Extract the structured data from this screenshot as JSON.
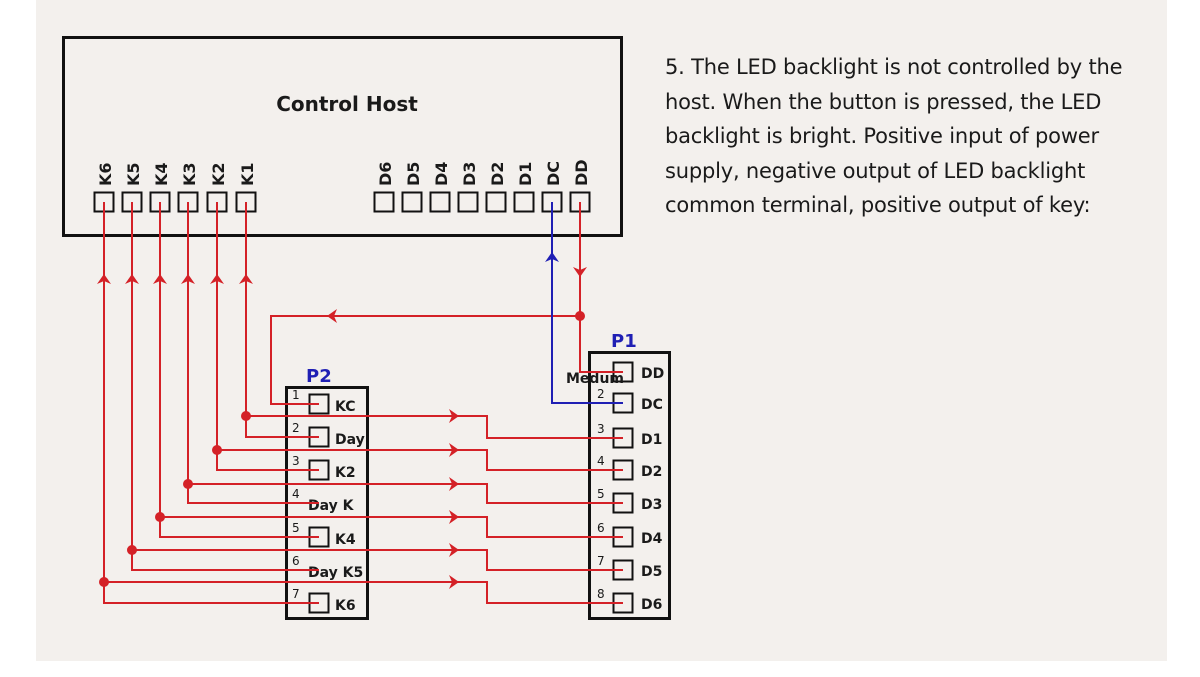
{
  "host": {
    "title": "Control Host",
    "k_pins": [
      "K6",
      "K5",
      "K4",
      "K3",
      "K2",
      "K1"
    ],
    "d_pins": [
      "D6",
      "D5",
      "D4",
      "D3",
      "D2",
      "D1",
      "DC",
      "DD"
    ]
  },
  "description": "5. The LED backlight is not controlled by the host. When the button is pressed, the LED backlight is bright. Positive input of power supply, negative output of LED backlight common terminal, positive output of key:",
  "p1": {
    "name": "P1",
    "pins": [
      {
        "num": "",
        "label": "DD",
        "overlay": "Medum",
        "box": true
      },
      {
        "num": "2",
        "label": "DC",
        "box": true
      },
      {
        "num": "3",
        "label": "D1",
        "box": true
      },
      {
        "num": "4",
        "label": "D2",
        "box": true
      },
      {
        "num": "5",
        "label": "D3",
        "box": true
      },
      {
        "num": "6",
        "label": "D4",
        "box": true
      },
      {
        "num": "7",
        "label": "D5",
        "box": true
      },
      {
        "num": "8",
        "label": "D6",
        "box": true
      }
    ]
  },
  "p2": {
    "name": "P2",
    "pins": [
      {
        "num": "1",
        "label": "KC",
        "box": true
      },
      {
        "num": "2",
        "label": "Day",
        "box": true
      },
      {
        "num": "3",
        "label": "K2",
        "box": true
      },
      {
        "num": "4",
        "label": "Day K",
        "box": false
      },
      {
        "num": "5",
        "label": "K4",
        "box": true
      },
      {
        "num": "6",
        "label": "Day K5",
        "box": false
      },
      {
        "num": "7",
        "label": "K6",
        "box": true
      }
    ]
  },
  "colors": {
    "wire_red": "#d42127",
    "wire_blue": "#1f1fb4",
    "connector_label": "#1f1fb4",
    "panel_bg": "#f3f0ed",
    "outline": "#111111"
  }
}
